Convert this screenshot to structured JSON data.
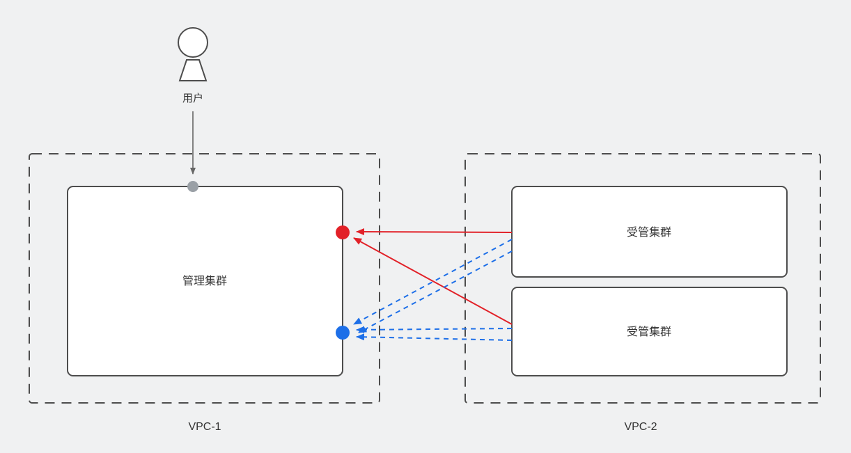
{
  "user": {
    "label": "用户"
  },
  "vpc1": {
    "label": "VPC-1",
    "management_cluster_label": "管理集群"
  },
  "vpc2": {
    "label": "VPC-2",
    "managed_clusters": [
      {
        "label": "受管集群"
      },
      {
        "label": "受管集群"
      }
    ]
  },
  "colors": {
    "background": "#f0f1f2",
    "box_border": "#4d4d4d",
    "text": "#333333",
    "red_connection": "#e22128",
    "blue_connection": "#1d6fe8",
    "gray_endpoint_dot": "#9aa0a6",
    "user_arrow": "#666666"
  },
  "connections": [
    {
      "style": "solid",
      "color": "#e22128",
      "from": "managed_cluster_1",
      "to": "management_cluster",
      "lines": 1
    },
    {
      "style": "solid",
      "color": "#e22128",
      "from": "managed_cluster_2",
      "to": "management_cluster",
      "lines": 1
    },
    {
      "style": "dashed",
      "color": "#1d6fe8",
      "from": "managed_cluster_1",
      "to": "management_cluster",
      "lines": 2
    },
    {
      "style": "dashed",
      "color": "#1d6fe8",
      "from": "managed_cluster_2",
      "to": "management_cluster",
      "lines": 2
    },
    {
      "style": "solid",
      "color": "#666666",
      "from": "user",
      "to": "management_cluster",
      "lines": 1
    }
  ],
  "endpoints": {
    "gray_dot": "top edge of management cluster",
    "red_dot": "right edge of management cluster (solid links)",
    "blue_dot": "right edge of management cluster (dashed links)"
  }
}
